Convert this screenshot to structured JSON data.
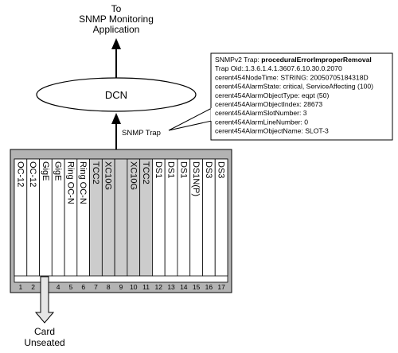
{
  "destination": {
    "line1": "To",
    "line2": "SNMP Monitoring",
    "line3": "Application"
  },
  "network": {
    "label": "DCN"
  },
  "trap_label": "SNMP Trap",
  "trap_details": [
    {
      "prefix": "SNMPv2 Trap: ",
      "bold": "proceduralErrorImproperRemoval"
    },
    {
      "prefix": "Trap Oid:.1.3.6.1.4.1.3607.6.10.30.0.2070",
      "bold": ""
    },
    {
      "prefix": "cerent454NodeTime: STRING: 20050705184318D",
      "bold": ""
    },
    {
      "prefix": "cerent454AlarmState: critical, ServiceAffecting (100)",
      "bold": ""
    },
    {
      "prefix": "cerent454AlarmObjectType: eqpt (50)",
      "bold": ""
    },
    {
      "prefix": "cerent454AlarmObjectIndex: 28673",
      "bold": ""
    },
    {
      "prefix": "cerent454AlarmSlotNumber: 3",
      "bold": ""
    },
    {
      "prefix": "cerent454AlarmLineNumber: 0",
      "bold": ""
    },
    {
      "prefix": "cerent454AlarmObjectName: SLOT-3",
      "bold": ""
    }
  ],
  "slots": [
    {
      "number": "1",
      "label": "OC-12",
      "shaded": false
    },
    {
      "number": "2",
      "label": "OC-12",
      "shaded": false
    },
    {
      "number": "3",
      "label": "GigE",
      "shaded": false
    },
    {
      "number": "4",
      "label": "GigE",
      "shaded": false
    },
    {
      "number": "5",
      "label": "Ring OC-N",
      "shaded": false
    },
    {
      "number": "6",
      "label": "Ring OC-N",
      "shaded": false
    },
    {
      "number": "7",
      "label": "TCC2",
      "shaded": true
    },
    {
      "number": "8",
      "label": "XC10G",
      "shaded": true
    },
    {
      "number": "9",
      "label": "",
      "shaded": true
    },
    {
      "number": "10",
      "label": "XC10G",
      "shaded": true
    },
    {
      "number": "11",
      "label": "TCC2",
      "shaded": true
    },
    {
      "number": "12",
      "label": "DS1",
      "shaded": false
    },
    {
      "number": "13",
      "label": "DS1",
      "shaded": false
    },
    {
      "number": "14",
      "label": "DS1",
      "shaded": false
    },
    {
      "number": "15",
      "label": "DS1N(P)",
      "shaded": false
    },
    {
      "number": "16",
      "label": "DS3",
      "shaded": false
    },
    {
      "number": "17",
      "label": "DS3",
      "shaded": false
    }
  ],
  "unseated": {
    "line1": "Card",
    "line2": "Unseated"
  },
  "colors": {
    "chassis": "#b3b3b3",
    "slot_blank": "#ffffff",
    "slot_shaded": "#cccccc",
    "line": "#000000"
  }
}
